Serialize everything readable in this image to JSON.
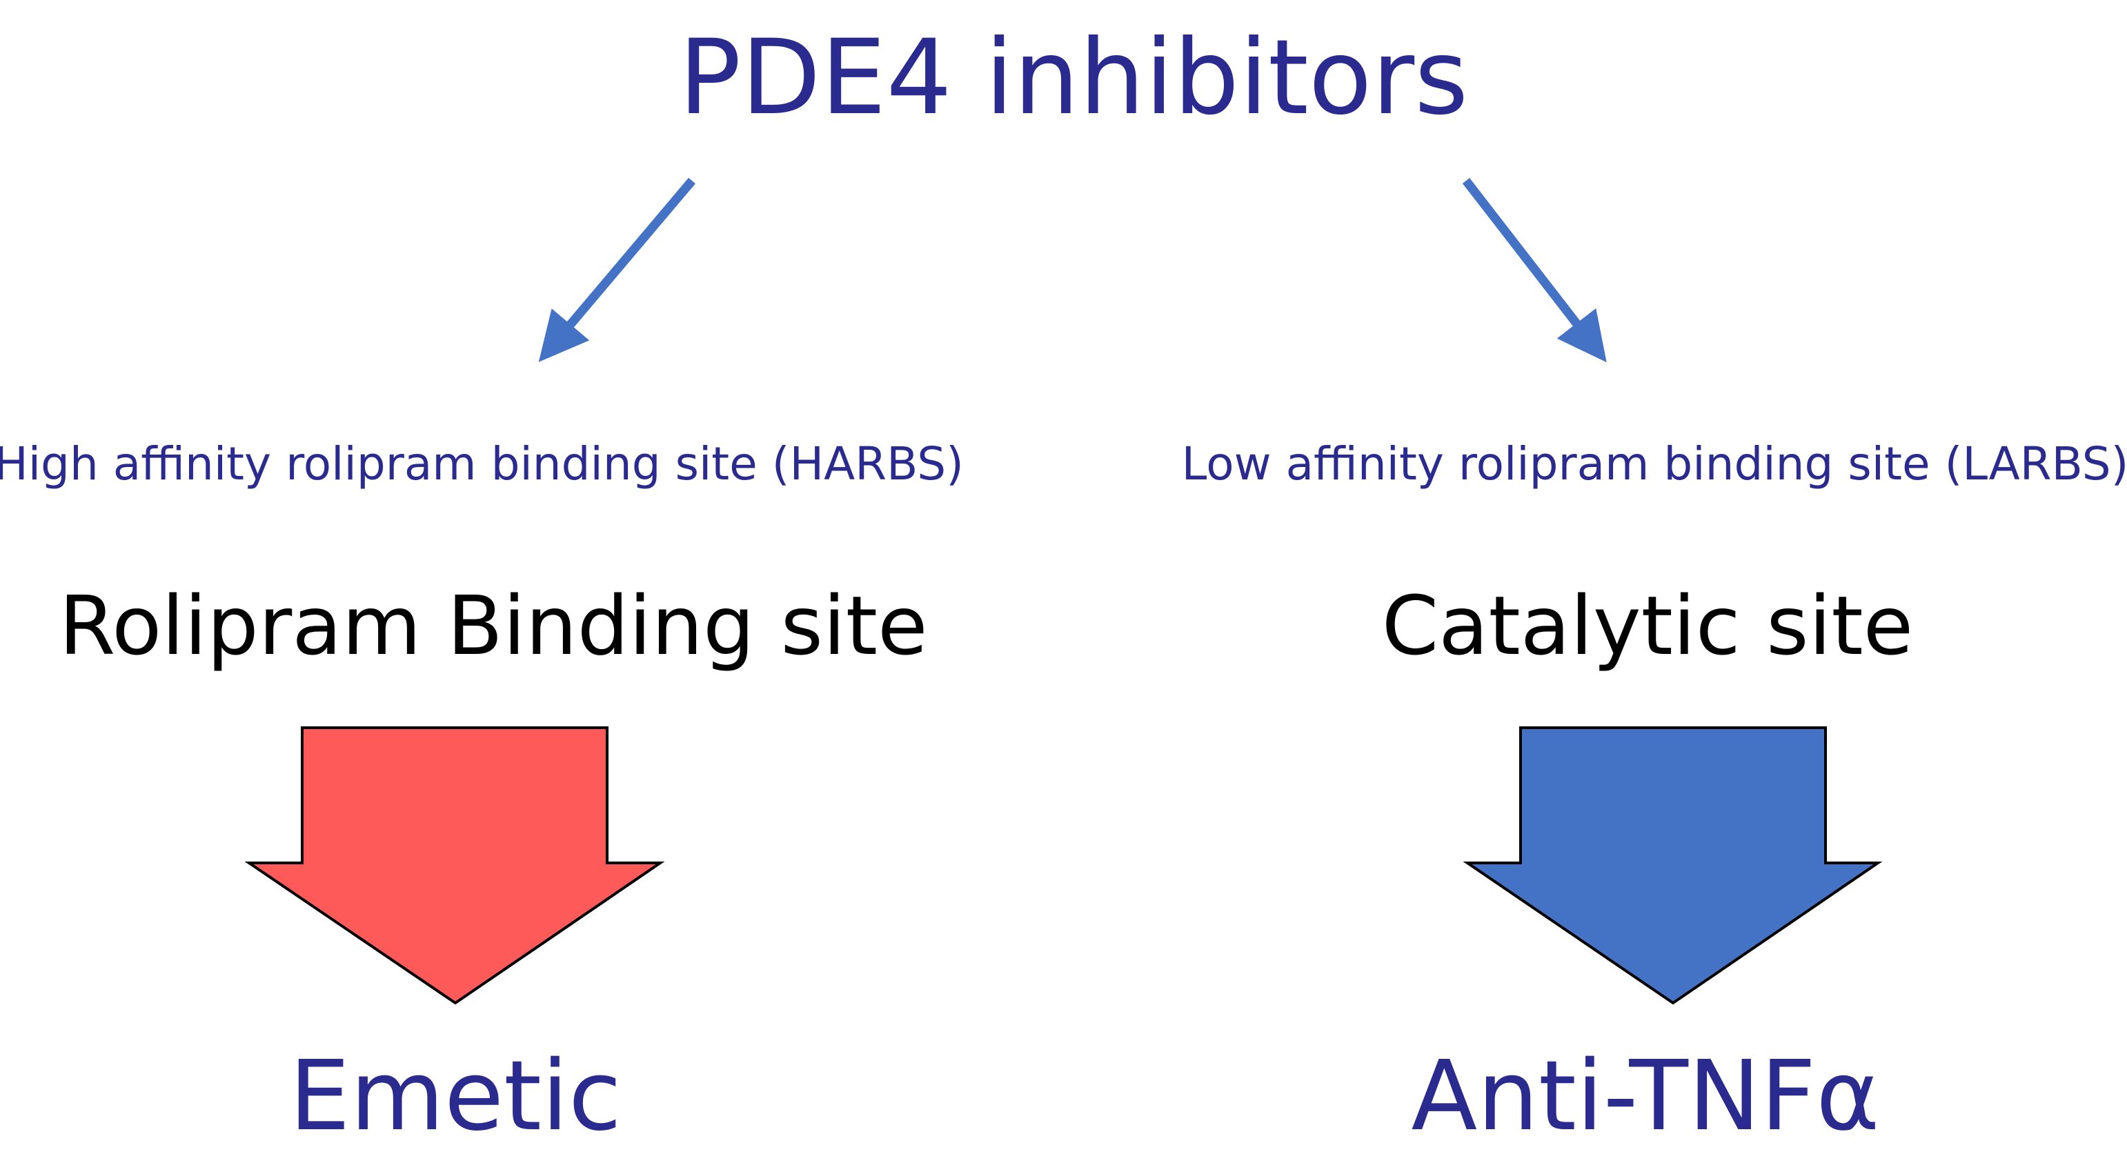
{
  "title": "PDE4 inhibitors",
  "colors": {
    "text_blue": "#2b2b8f",
    "connector_blue": "#4472c4",
    "emetic_arrow": "#ff5a5a",
    "anti_tnf_arrow": "#4472c4",
    "outline": "#000000"
  },
  "branches": [
    {
      "subtitle": "High affinity rolipram binding site (HARBS)",
      "site": "Rolipram Binding site",
      "effect": "Emetic"
    },
    {
      "subtitle": "Low affinity rolipram binding site (LARBS)",
      "site": "Catalytic site",
      "effect": "Anti-TNFα"
    }
  ]
}
